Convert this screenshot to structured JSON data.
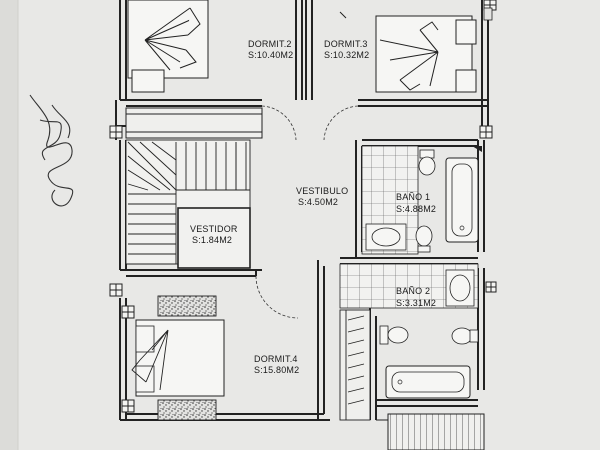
{
  "rooms": {
    "dormit2": {
      "name": "DORMIT.2",
      "area": "S:10.40M2"
    },
    "dormit3": {
      "name": "DORMIT.3",
      "area": "S:10.32M2"
    },
    "vestibulo": {
      "name": "VESTIBULO",
      "area": "S:4.50M2"
    },
    "vestidor": {
      "name": "VESTIDOR",
      "area": "S:1.84M2"
    },
    "bano1": {
      "name": "BAÑO  1",
      "area": "S:4.88M2"
    },
    "bano2": {
      "name": "BAÑO  2",
      "area": "S:3.31M2"
    },
    "dormit4": {
      "name": "DORMIT.4",
      "area": "S:15.80M2"
    }
  },
  "colors": {
    "paper": "#ebebe9",
    "ink": "#222222"
  }
}
